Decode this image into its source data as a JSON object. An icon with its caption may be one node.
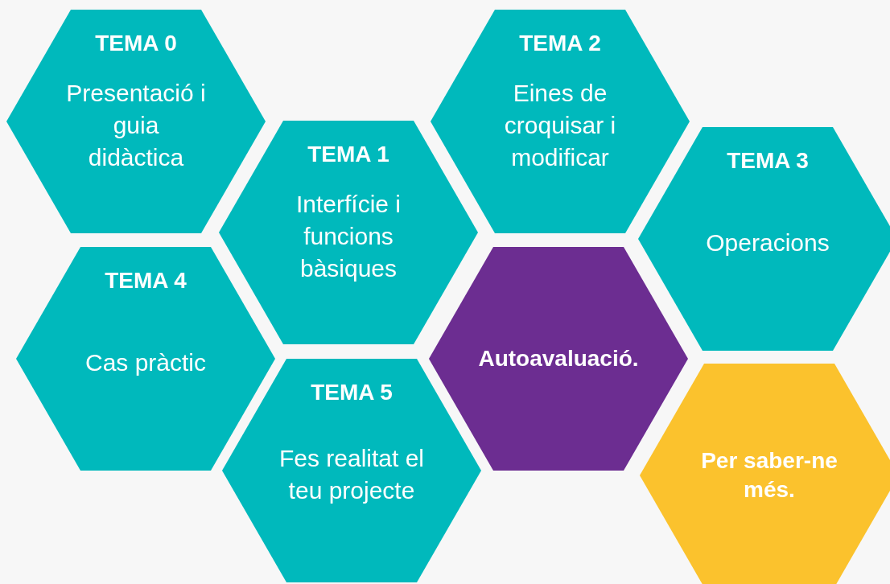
{
  "diagram": {
    "nodes": [
      {
        "text": [
          "TEMA 0",
          "Presentació i guia didàctica"
        ]
      },
      {
        "text": [
          "TEMA 2",
          "Eines de croquisar i modificar"
        ]
      },
      {
        "text": [
          "TEMA 1",
          "Interfície i funcions bàsiques"
        ]
      },
      {
        "text": [
          "TEMA 3",
          "Operacions"
        ]
      },
      {
        "text": [
          "TEMA 4",
          "Cas pràctic"
        ]
      },
      {
        "text": [
          "Autoavaluació."
        ]
      },
      {
        "text": [
          "TEMA 5",
          "Fes realitat el teu projecte"
        ]
      },
      {
        "text": [
          "Per saber-ne més."
        ]
      }
    ]
  }
}
